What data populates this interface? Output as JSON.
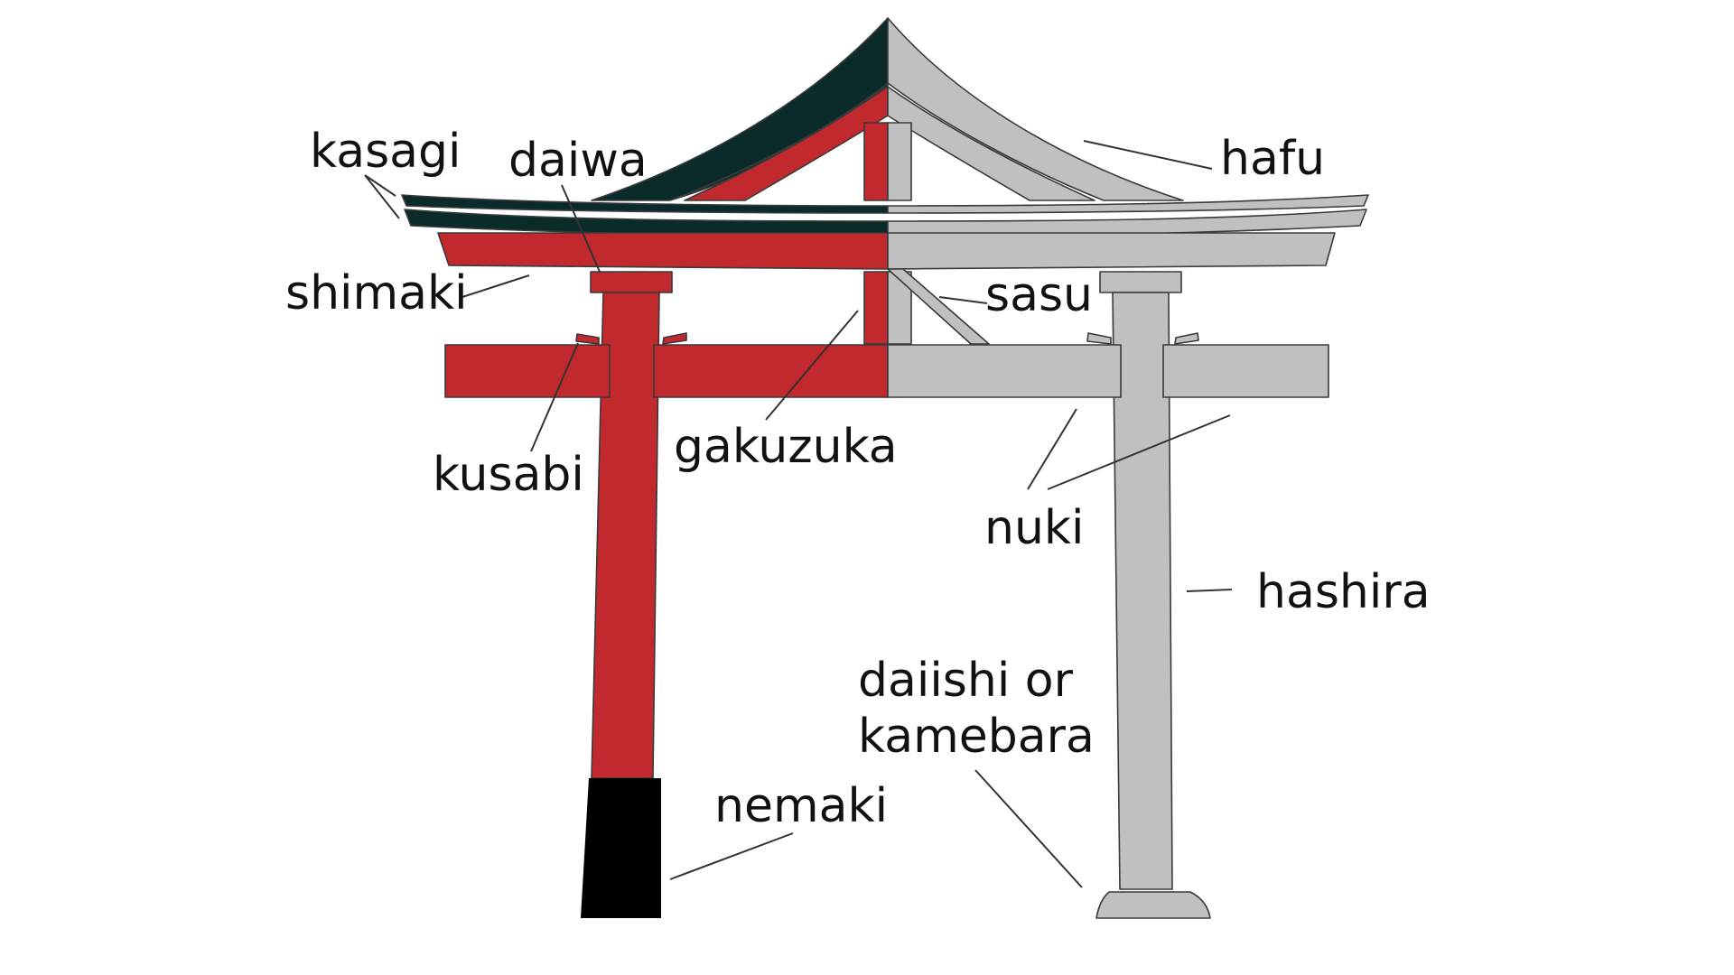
{
  "colors": {
    "red": "#c1292e",
    "gray": "#c0c0c0",
    "dark_teal": "#0b2b2a",
    "black": "#000000",
    "background": "#ffffff"
  },
  "labels": {
    "kasagi": "kasagi",
    "daiwa": "daiwa",
    "hafu": "hafu",
    "shimaki": "shimaki",
    "sasu": "sasu",
    "kusabi": "kusabi",
    "gakuzuka": "gakuzuka",
    "nuki": "nuki",
    "hashira": "hashira",
    "daiishi_line1": "daiishi or",
    "daiishi_line2": "kamebara",
    "nemaki": "nemaki"
  }
}
